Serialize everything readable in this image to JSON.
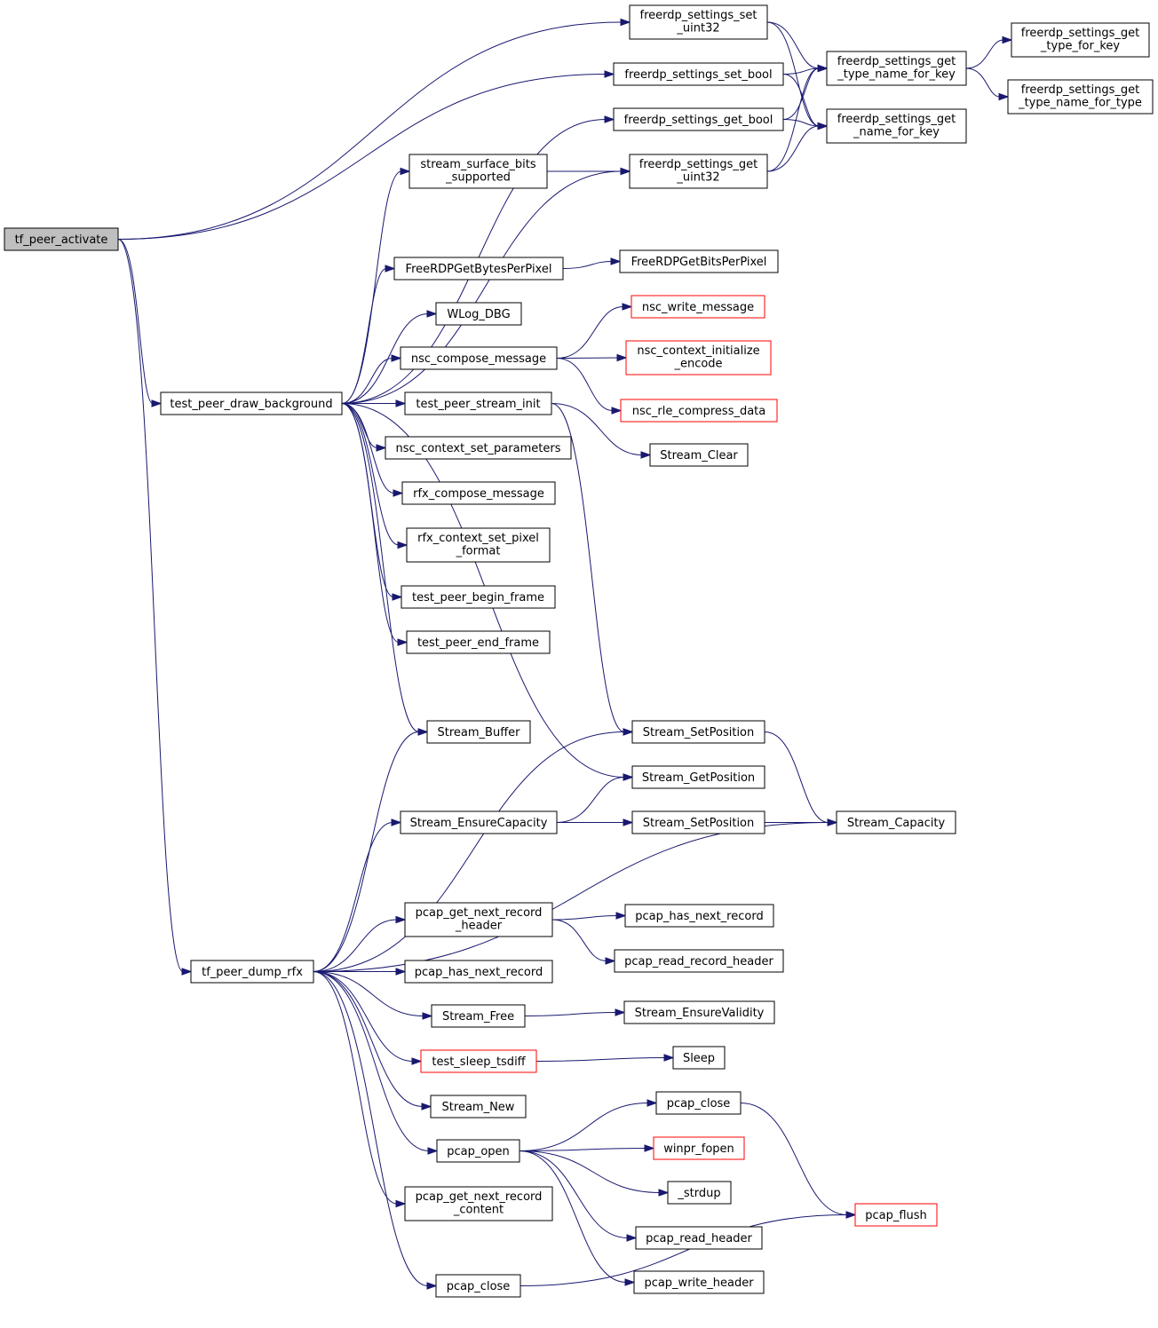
{
  "nodes": {
    "tf_peer_activate": [
      "tf_peer_activate"
    ],
    "test_peer_draw_background": [
      "test_peer_draw_background"
    ],
    "tf_peer_dump_rfx": [
      "tf_peer_dump_rfx"
    ],
    "freerdp_settings_set_uint32": [
      "freerdp_settings_set",
      "_uint32"
    ],
    "freerdp_settings_set_bool": [
      "freerdp_settings_set_bool"
    ],
    "freerdp_settings_get_bool": [
      "freerdp_settings_get_bool"
    ],
    "stream_surface_bits_supported": [
      "stream_surface_bits",
      "_supported"
    ],
    "freerdp_settings_get_uint32": [
      "freerdp_settings_get",
      "_uint32"
    ],
    "freerdp_settings_get_type_name_for_key": [
      "freerdp_settings_get",
      "_type_name_for_key"
    ],
    "freerdp_settings_get_name_for_key": [
      "freerdp_settings_get",
      "_name_for_key"
    ],
    "freerdp_settings_get_type_for_key": [
      "freerdp_settings_get",
      "_type_for_key"
    ],
    "freerdp_settings_get_type_name_for_type": [
      "freerdp_settings_get",
      "_type_name_for_type"
    ],
    "FreeRDPGetBytesPerPixel": [
      "FreeRDPGetBytesPerPixel"
    ],
    "FreeRDPGetBitsPerPixel": [
      "FreeRDPGetBitsPerPixel"
    ],
    "WLog_DBG": [
      "WLog_DBG"
    ],
    "nsc_compose_message": [
      "nsc_compose_message"
    ],
    "nsc_write_message": [
      "nsc_write_message"
    ],
    "nsc_context_initialize_encode": [
      "nsc_context_initialize",
      "_encode"
    ],
    "nsc_rle_compress_data": [
      "nsc_rle_compress_data"
    ],
    "test_peer_stream_init": [
      "test_peer_stream_init"
    ],
    "Stream_Clear": [
      "Stream_Clear"
    ],
    "nsc_context_set_parameters": [
      "nsc_context_set_parameters"
    ],
    "rfx_compose_message": [
      "rfx_compose_message"
    ],
    "rfx_context_set_pixel_format": [
      "rfx_context_set_pixel",
      "_format"
    ],
    "test_peer_begin_frame": [
      "test_peer_begin_frame"
    ],
    "test_peer_end_frame": [
      "test_peer_end_frame"
    ],
    "Stream_Buffer": [
      "Stream_Buffer"
    ],
    "Stream_SetPosition_a": [
      "Stream_SetPosition"
    ],
    "Stream_GetPosition": [
      "Stream_GetPosition"
    ],
    "Stream_EnsureCapacity": [
      "Stream_EnsureCapacity"
    ],
    "Stream_SetPosition_b": [
      "Stream_SetPosition"
    ],
    "Stream_Capacity": [
      "Stream_Capacity"
    ],
    "pcap_get_next_record_header": [
      "pcap_get_next_record",
      "_header"
    ],
    "pcap_has_next_record_b": [
      "pcap_has_next_record"
    ],
    "pcap_read_record_header": [
      "pcap_read_record_header"
    ],
    "pcap_has_next_record_a": [
      "pcap_has_next_record"
    ],
    "Stream_Free": [
      "Stream_Free"
    ],
    "Stream_EnsureValidity": [
      "Stream_EnsureValidity"
    ],
    "test_sleep_tsdiff": [
      "test_sleep_tsdiff"
    ],
    "Sleep": [
      "Sleep"
    ],
    "Stream_New": [
      "Stream_New"
    ],
    "pcap_open": [
      "pcap_open"
    ],
    "pcap_close_b": [
      "pcap_close"
    ],
    "winpr_fopen": [
      "winpr_fopen"
    ],
    "_strdup": [
      "_strdup"
    ],
    "pcap_read_header": [
      "pcap_read_header"
    ],
    "pcap_write_header": [
      "pcap_write_header"
    ],
    "pcap_flush": [
      "pcap_flush"
    ],
    "pcap_get_next_record_content": [
      "pcap_get_next_record",
      "_content"
    ],
    "pcap_close_a": [
      "pcap_close"
    ]
  },
  "edges": [
    [
      "tf_peer_activate",
      "freerdp_settings_set_uint32"
    ],
    [
      "tf_peer_activate",
      "freerdp_settings_set_bool"
    ],
    [
      "tf_peer_activate",
      "test_peer_draw_background"
    ],
    [
      "tf_peer_activate",
      "tf_peer_dump_rfx"
    ],
    [
      "freerdp_settings_set_uint32",
      "freerdp_settings_get_type_name_for_key"
    ],
    [
      "freerdp_settings_set_uint32",
      "freerdp_settings_get_name_for_key"
    ],
    [
      "freerdp_settings_set_bool",
      "freerdp_settings_get_type_name_for_key"
    ],
    [
      "freerdp_settings_set_bool",
      "freerdp_settings_get_name_for_key"
    ],
    [
      "freerdp_settings_get_bool",
      "freerdp_settings_get_type_name_for_key"
    ],
    [
      "freerdp_settings_get_bool",
      "freerdp_settings_get_name_for_key"
    ],
    [
      "freerdp_settings_get_uint32",
      "freerdp_settings_get_type_name_for_key"
    ],
    [
      "freerdp_settings_get_uint32",
      "freerdp_settings_get_name_for_key"
    ],
    [
      "freerdp_settings_get_type_name_for_key",
      "freerdp_settings_get_type_for_key"
    ],
    [
      "freerdp_settings_get_type_name_for_key",
      "freerdp_settings_get_type_name_for_type"
    ],
    [
      "stream_surface_bits_supported",
      "freerdp_settings_get_uint32"
    ],
    [
      "test_peer_draw_background",
      "freerdp_settings_get_bool"
    ],
    [
      "test_peer_draw_background",
      "stream_surface_bits_supported"
    ],
    [
      "test_peer_draw_background",
      "freerdp_settings_get_uint32"
    ],
    [
      "test_peer_draw_background",
      "FreeRDPGetBytesPerPixel"
    ],
    [
      "test_peer_draw_background",
      "WLog_DBG"
    ],
    [
      "test_peer_draw_background",
      "nsc_compose_message"
    ],
    [
      "test_peer_draw_background",
      "test_peer_stream_init"
    ],
    [
      "test_peer_draw_background",
      "nsc_context_set_parameters"
    ],
    [
      "test_peer_draw_background",
      "rfx_compose_message"
    ],
    [
      "test_peer_draw_background",
      "rfx_context_set_pixel_format"
    ],
    [
      "test_peer_draw_background",
      "test_peer_begin_frame"
    ],
    [
      "test_peer_draw_background",
      "test_peer_end_frame"
    ],
    [
      "test_peer_draw_background",
      "Stream_Buffer"
    ],
    [
      "test_peer_draw_background",
      "Stream_GetPosition"
    ],
    [
      "FreeRDPGetBytesPerPixel",
      "FreeRDPGetBitsPerPixel"
    ],
    [
      "nsc_compose_message",
      "nsc_write_message"
    ],
    [
      "nsc_compose_message",
      "nsc_context_initialize_encode"
    ],
    [
      "nsc_compose_message",
      "nsc_rle_compress_data"
    ],
    [
      "test_peer_stream_init",
      "Stream_Clear"
    ],
    [
      "test_peer_stream_init",
      "Stream_SetPosition_a"
    ],
    [
      "Stream_SetPosition_a",
      "Stream_Capacity"
    ],
    [
      "Stream_EnsureCapacity",
      "Stream_GetPosition"
    ],
    [
      "Stream_EnsureCapacity",
      "Stream_SetPosition_b"
    ],
    [
      "Stream_SetPosition_b",
      "Stream_Capacity"
    ],
    [
      "tf_peer_dump_rfx",
      "Stream_Buffer"
    ],
    [
      "tf_peer_dump_rfx",
      "Stream_SetPosition_a"
    ],
    [
      "tf_peer_dump_rfx",
      "Stream_EnsureCapacity"
    ],
    [
      "tf_peer_dump_rfx",
      "Stream_Capacity"
    ],
    [
      "tf_peer_dump_rfx",
      "pcap_get_next_record_header"
    ],
    [
      "tf_peer_dump_rfx",
      "pcap_has_next_record_a"
    ],
    [
      "tf_peer_dump_rfx",
      "Stream_Free"
    ],
    [
      "tf_peer_dump_rfx",
      "test_sleep_tsdiff"
    ],
    [
      "tf_peer_dump_rfx",
      "Stream_New"
    ],
    [
      "tf_peer_dump_rfx",
      "pcap_open"
    ],
    [
      "tf_peer_dump_rfx",
      "pcap_get_next_record_content"
    ],
    [
      "tf_peer_dump_rfx",
      "pcap_close_a"
    ],
    [
      "pcap_get_next_record_header",
      "pcap_has_next_record_b"
    ],
    [
      "pcap_get_next_record_header",
      "pcap_read_record_header"
    ],
    [
      "Stream_Free",
      "Stream_EnsureValidity"
    ],
    [
      "test_sleep_tsdiff",
      "Sleep"
    ],
    [
      "pcap_open",
      "pcap_close_b"
    ],
    [
      "pcap_open",
      "winpr_fopen"
    ],
    [
      "pcap_open",
      "_strdup"
    ],
    [
      "pcap_open",
      "pcap_read_header"
    ],
    [
      "pcap_open",
      "pcap_write_header"
    ],
    [
      "pcap_close_b",
      "pcap_flush"
    ],
    [
      "pcap_close_a",
      "pcap_flush"
    ]
  ],
  "colors": {
    "edge": "#191970",
    "root_fill": "#bfbfbf",
    "node_border": "#000000",
    "truncated_border": "#ff0000"
  }
}
